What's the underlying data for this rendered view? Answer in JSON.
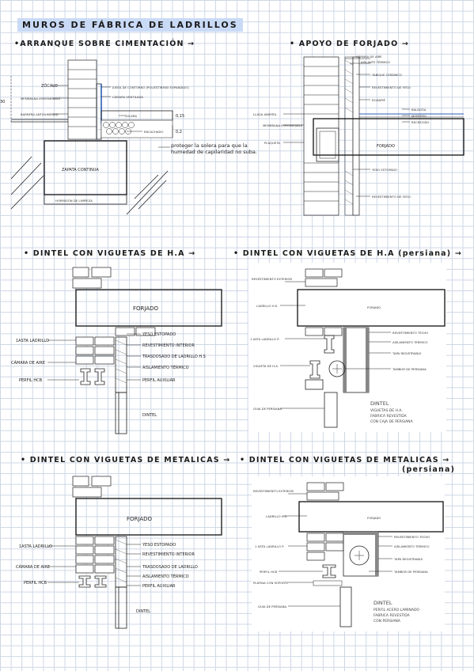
{
  "title": "MUROS DE FÁBRICA DE LADRILLOS",
  "sections": {
    "arranque": {
      "heading": "•ARRANQUE SOBRE CIMENTACIÓN →",
      "labels": {
        "zocalo": "ZÓCALO",
        "membrana": "MEMBRANA IMPERMEABLE",
        "barrera": "BARRERA ANTIHUMEDAD",
        "junta": "JUNTA DE CONTORNO (POLIESTIRENO EXPANDIDO)",
        "camara": "CÁMARA VENTILADA",
        "solera": "SOLERA",
        "encachado": "ENCACHADO",
        "zapata": "ZAPATA CONTINUA",
        "hormigon": "HORMIGÓN DE LIMPIEZA",
        "dim_30": "30",
        "dim_15": "0,15",
        "dim_2": "0,2"
      },
      "note": "proteger la solera para que la humedad de capilaridad no suba."
    },
    "apoyo": {
      "heading": "• APOYO DE FORJADO →",
      "labels": {
        "camara_aire": "CÁMARA DE AIRE",
        "aislante": "AISLANTE TÉRMICO",
        "tabique": "TABIQUE CERÁMICO",
        "revestimiento_yeso": "REVESTIMIENTO DE YESO",
        "rodapie": "RODAPIÉ",
        "baldosa": "BALDOSA",
        "mortero": "MORTERO",
        "recrecido": "RECRECIDO",
        "llaga": "LLAGA ABIERTA",
        "membrana": "MEMBRANA IMPERMEABLE",
        "plaqueta": "PLAQUETA",
        "forjado": "FORJADO",
        "yeso_estopado": "YESO ESTOPADO",
        "revestimiento_yeso_2": "REVESTIMIENTO DE YESO"
      }
    },
    "dintel_ha": {
      "heading": "• DINTEL CON VIGUETAS DE H.A →",
      "labels": {
        "forjado": "FORJADO",
        "asta": "1ASTA LADRILLO",
        "camara": "CÁMARA DE AIRE",
        "perfil": "PERFIL HCB",
        "yeso": "YESO ESTOPADO",
        "revestimiento": "REVESTIMIENTO INTERIOR",
        "trasdosado": "TRASDOSADO DE LADRILLO H.S",
        "aislamiento": "AISLAMIENTO TÉRMICO",
        "perfil_aux": "PERFIL AUXILIAR",
        "dintel": "DINTEL"
      }
    },
    "dintel_ha_persiana": {
      "heading": "• DINTEL CON VIGUETAS DE H.A (persiana) →",
      "labels": {
        "revestimiento_ext": "REVESTIMIENTO EXTERIOR",
        "ladrillo_hs": "LADRILLO H.S.",
        "forjado": "FORJADO",
        "asta": "1 ASTA LADRILLO P.",
        "revestimiento_techo": "REVESTIMIENTO TECHO",
        "aislamiento": "AISLAMIENTO TERMICO",
        "tapa": "TAPA REGISTRABLE",
        "vigueta": "VIGUETA DE H.A.",
        "tambor": "TAMBOR DE PERSIANA",
        "guia": "GUIA DE PERSIANA"
      },
      "caption": [
        "DINTEL",
        "VIGUETAS DE H.A.",
        "FABRICA REVESTIDA",
        "CON CAJA DE PERSIANA"
      ]
    },
    "dintel_met": {
      "heading": "• DINTEL CON VIGUETAS DE METALICAS →",
      "labels": {
        "forjado": "FORJADO",
        "asta": "1ASTA LADRILLO",
        "camara": "CÁMARA DE AIRE",
        "perfil": "PERFIL HCB",
        "yeso": "YESO ESTOPADO",
        "revestimiento": "REVESTIMIENTO INTERIOR",
        "trasdosado": "TRASDOSADO DE LADRILLO",
        "aislamiento": "AISLAMIENTO TÉRMICO",
        "perfil_aux": "PERFIL AUXILIAR",
        "dintel": "DINTEL"
      }
    },
    "dintel_met_persiana": {
      "heading": "• DINTEL CON VIGUETAS DE METALICAS →",
      "heading_2": "(persiana)",
      "labels": {
        "revestimiento_ext": "REVESTIMIENTO EXTERIOR",
        "ladrillo_hs": "LADRILLO H.S.",
        "forjado": "FORJADO",
        "asta": "1 ASTA LADRILLO P.",
        "revestimiento_techo": "REVESTIMIENTO TECHO",
        "aislamiento": "AISLAMIENTO TERMICO",
        "tapa": "TAPA REGISTRABLE",
        "perfil": "PERFIL HCB",
        "tambor": "TAMBOR DE PERSIANA",
        "platina": "PLATINA CON SOPORTE",
        "guia": "GUIA DE PERSIANA"
      },
      "caption": [
        "DINTEL",
        "PERFIL ACERO LAMINADO",
        "FABRICA REVESTIDA",
        "CON PERSIANA"
      ]
    }
  },
  "colors": {
    "title_highlight": "#c9daf6",
    "grid": "#cdd6e6",
    "ink": "#1b1b1b"
  }
}
